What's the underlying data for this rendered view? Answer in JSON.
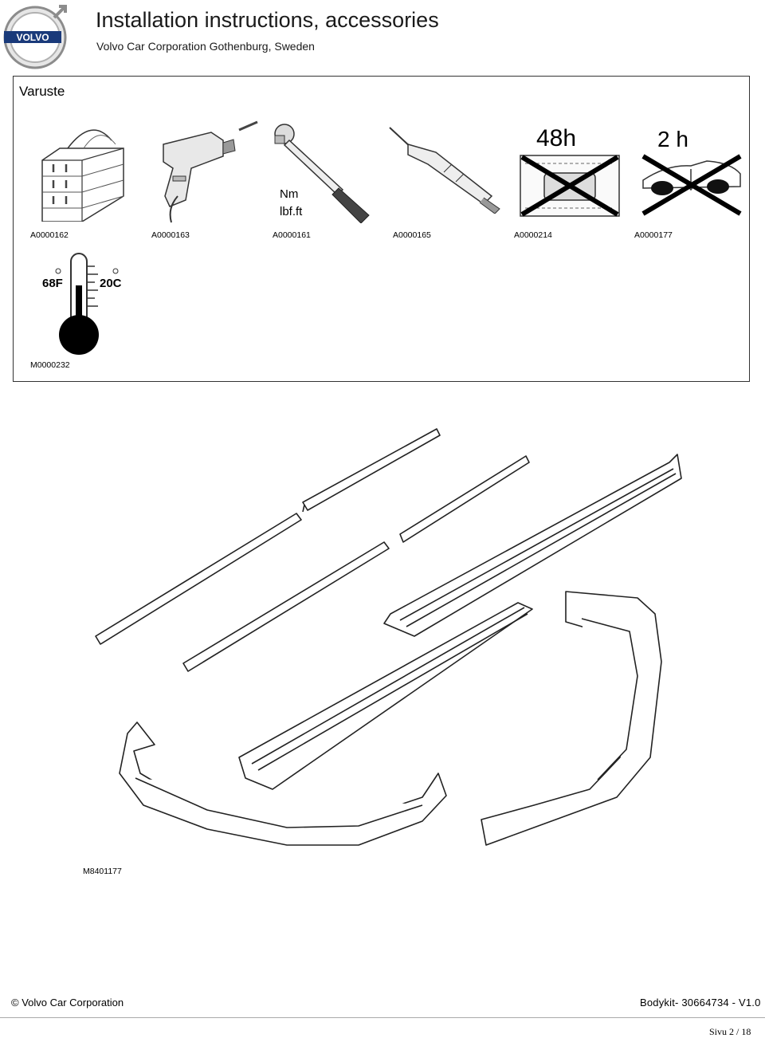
{
  "header": {
    "brand_text": "VOLVO",
    "title": "Installation instructions, accessories",
    "subtitle": "Volvo Car Corporation Gothenburg, Sweden"
  },
  "tools_section": {
    "title": "Varuste",
    "row1_codes": [
      "A0000162",
      "A0000163",
      "A0000161",
      "A0000165",
      "A0000214",
      "A0000177"
    ],
    "row2_codes": [
      "M0000232"
    ],
    "wrench_labels": [
      "Nm",
      "lbf.ft"
    ],
    "wait_labels": [
      "48h",
      "2 h"
    ],
    "temperature_labels": [
      "68F",
      "20C"
    ]
  },
  "parts_figure": {
    "code": "M8401177"
  },
  "footer": {
    "copyright": "© Volvo Car Corporation",
    "doc_id": "Bodykit- 30664734 - V1.0",
    "page": "Sivu 2 / 18"
  }
}
